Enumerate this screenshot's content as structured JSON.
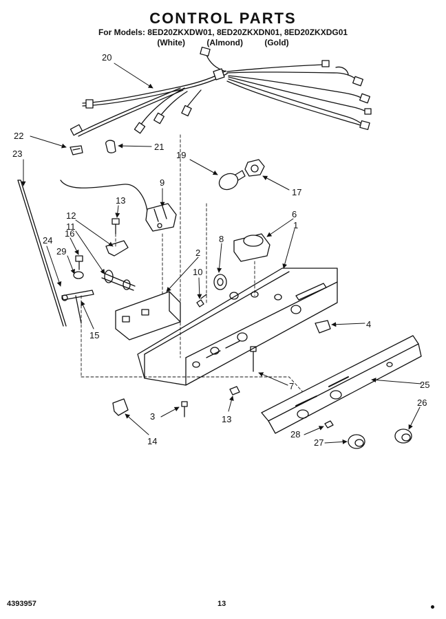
{
  "header": {
    "title": "CONTROL PARTS",
    "models_line": "For Models: 8ED20ZKXDW01, 8ED20ZKXDN01, 8ED20ZKXDG01",
    "colors": [
      "(White)",
      "(Almond)",
      "(Gold)"
    ]
  },
  "callouts": [
    {
      "key": "p20",
      "label": "20"
    },
    {
      "key": "p22",
      "label": "22"
    },
    {
      "key": "p21",
      "label": "21"
    },
    {
      "key": "p23",
      "label": "23"
    },
    {
      "key": "p19",
      "label": "19"
    },
    {
      "key": "p17",
      "label": "17"
    },
    {
      "key": "p9",
      "label": "9"
    },
    {
      "key": "p13a",
      "label": "13"
    },
    {
      "key": "p12",
      "label": "12"
    },
    {
      "key": "p11",
      "label": "11"
    },
    {
      "key": "p6",
      "label": "6"
    },
    {
      "key": "p1",
      "label": "1"
    },
    {
      "key": "p8",
      "label": "8"
    },
    {
      "key": "p24",
      "label": "24"
    },
    {
      "key": "p16",
      "label": "16"
    },
    {
      "key": "p29",
      "label": "29"
    },
    {
      "key": "p2",
      "label": "2"
    },
    {
      "key": "p10",
      "label": "10"
    },
    {
      "key": "p4",
      "label": "4"
    },
    {
      "key": "p15",
      "label": "15"
    },
    {
      "key": "p7",
      "label": "7"
    },
    {
      "key": "p25",
      "label": "25"
    },
    {
      "key": "p26",
      "label": "26"
    },
    {
      "key": "p3",
      "label": "3"
    },
    {
      "key": "p13b",
      "label": "13"
    },
    {
      "key": "p14",
      "label": "14"
    },
    {
      "key": "p28",
      "label": "28"
    },
    {
      "key": "p27",
      "label": "27"
    }
  ],
  "footer": {
    "doc_number": "4393957",
    "page_number": "13"
  }
}
